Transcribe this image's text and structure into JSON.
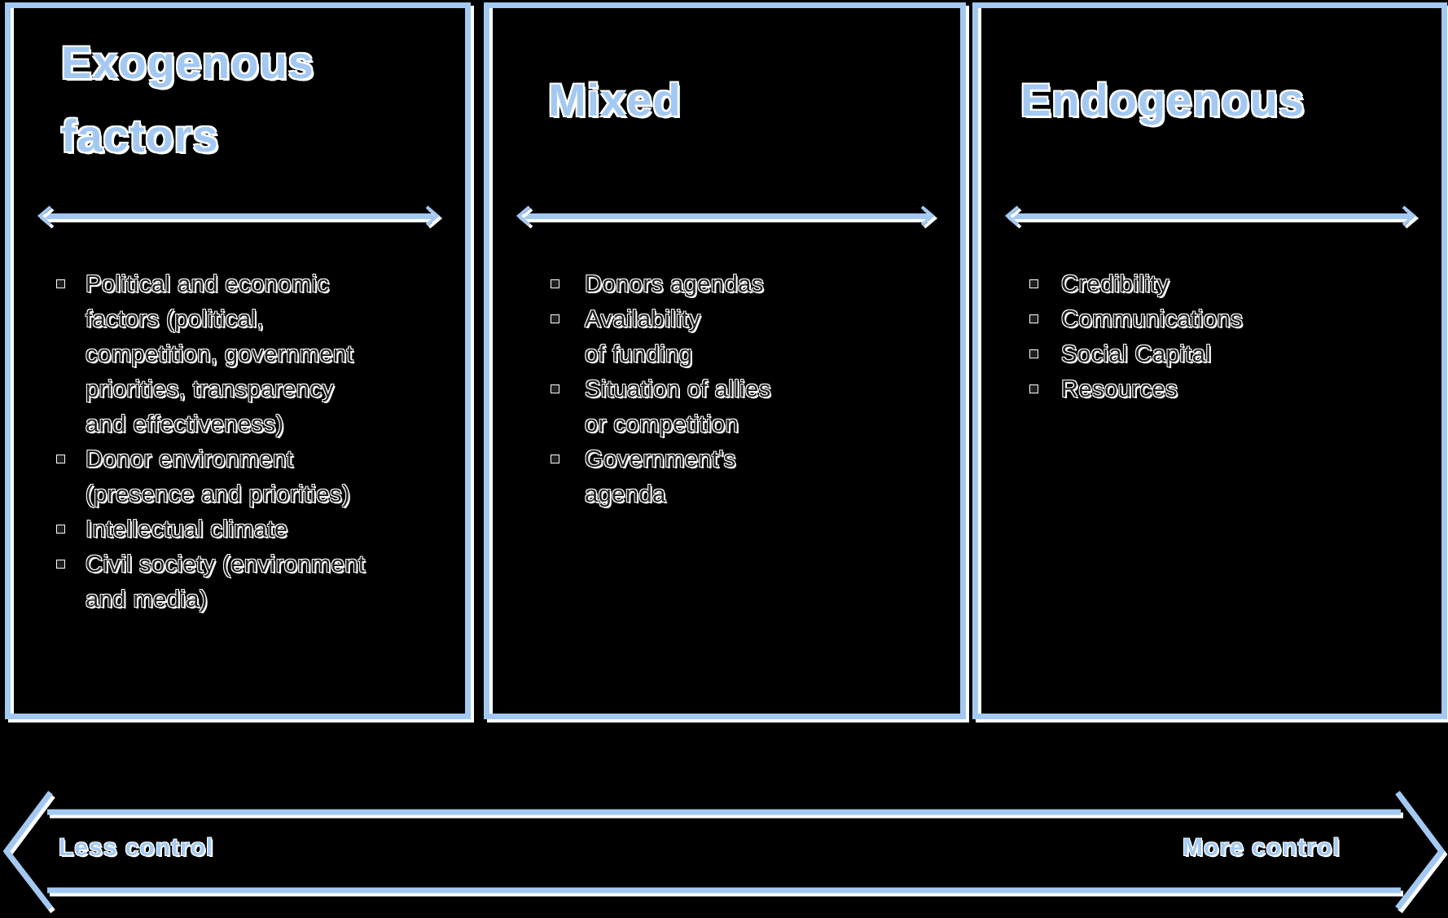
{
  "colors": {
    "accent": "#a3c9f2",
    "halo": "#ffffff",
    "text": "#1f1f1f",
    "background": "#000000"
  },
  "panels": [
    {
      "title": "Exogenous\nfactors",
      "bullets": [
        "Political and economic\nfactors (political,\ncompetition, government\npriorities, transparency\nand effectiveness)",
        "Donor environment\n(presence and priorities)",
        "Intellectual climate",
        "Civil society (environment\nand media)"
      ]
    },
    {
      "title": "Mixed",
      "bullets": [
        "Donors agendas",
        "Availability\nof funding",
        "Situation of allies\nor competition",
        "Government's\nagenda"
      ]
    },
    {
      "title": "Endogenous",
      "bullets": [
        "Credibility",
        "Communications",
        "Social Capital",
        "Resources"
      ]
    }
  ],
  "axis": {
    "left_label": "Less control",
    "right_label": "More control"
  }
}
